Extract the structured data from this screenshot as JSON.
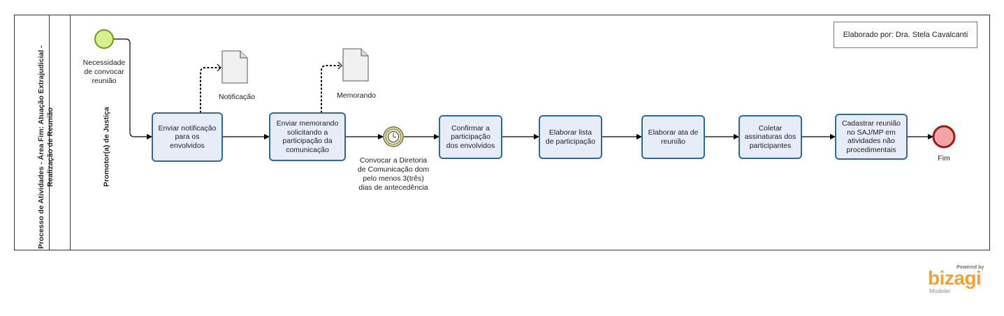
{
  "pool": {
    "title_line1": "Processo de Atividades - Área Fim: Atuação Extrajudicial -",
    "title_line2": "Realização de Reunião"
  },
  "lane": {
    "title": "Promotor(a) de Justiça"
  },
  "credit": "Elaborado por: Dra. Stela Cavalcanti",
  "start_event": {
    "label_lines": [
      "Necessidade",
      "de convocar",
      "reunião"
    ]
  },
  "tasks": [
    {
      "lines": [
        "Enviar notificação",
        "para os",
        "envolvidos"
      ]
    },
    {
      "lines": [
        "Enviar memorando",
        "solicitando a",
        "participação da",
        "comunicação"
      ]
    },
    {
      "lines": [
        "Confirmar a",
        "participação",
        "dos envolvidos"
      ]
    },
    {
      "lines": [
        "Elaborar lista",
        "de participação"
      ]
    },
    {
      "lines": [
        "Elaborar ata de",
        "reunião"
      ]
    },
    {
      "lines": [
        "Coletar",
        "assinaturas dos",
        "participantes"
      ]
    },
    {
      "lines": [
        "Cadastrar reunião",
        "no SAJ/MP em",
        "atividades não",
        "procedimentais"
      ]
    }
  ],
  "documents": [
    {
      "label": "Notificação"
    },
    {
      "label": "Memorando"
    }
  ],
  "timer_event": {
    "label_lines": [
      "Convocar a Diretoria",
      "de Comunicação dom",
      "pelo menos 3(três)",
      "dias de antecedência"
    ]
  },
  "end_event": {
    "label": "Fim"
  },
  "logo": {
    "powered": "Powered by",
    "brand": "bizagi",
    "product": "Modeler"
  },
  "colors": {
    "task_fill": "#e6ecf8",
    "task_border": "#2f6a93",
    "start_fill": "#d6ef8f",
    "start_border": "#6e9a1f",
    "end_fill": "#f2a5a5",
    "end_border": "#a01818",
    "brand": "#f4a233"
  }
}
